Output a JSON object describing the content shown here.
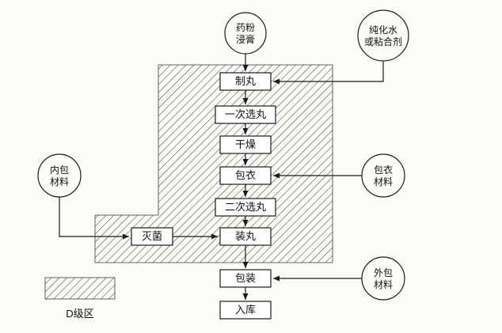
{
  "colors": {
    "ink": "#1a1a1a",
    "background": "#fbfbf8",
    "box_fill": "#ffffff",
    "hatch_line": "#333333"
  },
  "legend": {
    "label": "D级区"
  },
  "nodes": {
    "powder_extract": {
      "line1": "药粉",
      "line2": "浸膏"
    },
    "purified_water": {
      "line1": "纯化水",
      "line2": "或粘合剂"
    },
    "inner_material": {
      "line1": "内包",
      "line2": "材料"
    },
    "coating_material": {
      "line1": "包衣",
      "line2": "材料"
    },
    "outer_material": {
      "line1": "外包",
      "line2": "材料"
    },
    "pill_making": "制丸",
    "first_selection": "一次选丸",
    "drying": "干燥",
    "coating": "包衣",
    "second_selection": "二次选丸",
    "pill_filling": "装丸",
    "sterilization": "灭菌",
    "packaging": "包装",
    "warehousing": "入库"
  }
}
